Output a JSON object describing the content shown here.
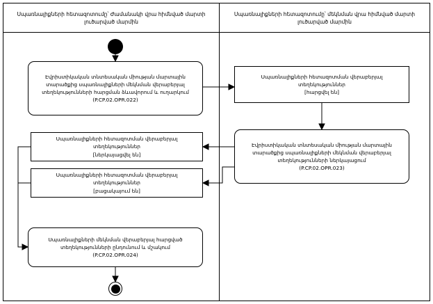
{
  "diagram": {
    "title": "",
    "lanes": [
      {
        "id": "lane-left",
        "header": "Սպառնալիքների հետազոտումը՝ Ժամանակի վրա հիմնված մարտի լուծարված մարմին"
      },
      {
        "id": "lane-right",
        "header": "Սպառնալիքների հետազոտումը՝ մեկնման վրա հիմնված մարտի լուծարված մարմին"
      }
    ],
    "nodes": [
      {
        "id": "start",
        "type": "initial",
        "label": ""
      },
      {
        "id": "activity-1",
        "type": "activity",
        "label": "Էվրիստիկական տնտեսական միության մարտային տարածքից սպառնալիքների մեկնման վերաբերյալ տեղեկությունների հարցման ձևավորում և ուղարկում\n(P.CP.02.OPR.022)"
      },
      {
        "id": "object-1",
        "type": "object",
        "label": "Սպառնալիքների հետազոտման վերաբերյալ տեղեկություններ\n[հարցվել են]"
      },
      {
        "id": "activity-2",
        "type": "activity",
        "label": "Էվրիստիկական տնտեսական միության մարտային տարածքից սպառնալիքների մեկնման վերաբերյալ տեղեկությունների ներկայացում\n(P.CP.02.OPR.023)"
      },
      {
        "id": "object-2",
        "type": "object",
        "label": "Սպառնալիքների հետազոտման վերաբերյալ տեղեկություններ\n[ներկայացվել են]"
      },
      {
        "id": "object-3",
        "type": "object",
        "label": "Սպառնալիքների հետազոտման վերաբերյալ տեղեկություններ\n[բացակայում են]"
      },
      {
        "id": "activity-3",
        "type": "activity",
        "label": "Սպառնալիքների մեկնման վերաբերյալ հարցված տեղեկությունների ընդունում և մշակում\n(P.CP.02.OPR.024)"
      },
      {
        "id": "end",
        "type": "final",
        "label": ""
      }
    ],
    "connections": [
      {
        "from": "start",
        "to": "activity-1"
      },
      {
        "from": "activity-1",
        "to": "object-1"
      },
      {
        "from": "object-1",
        "to": "activity-2"
      },
      {
        "from": "activity-2",
        "to": "object-2"
      },
      {
        "from": "object-2",
        "to": "activity-3"
      },
      {
        "from": "object-3",
        "to": "activity-3"
      },
      {
        "from": "activity-3",
        "to": "end"
      }
    ],
    "colors": {
      "stroke": "#000000",
      "background": "#ffffff"
    }
  }
}
